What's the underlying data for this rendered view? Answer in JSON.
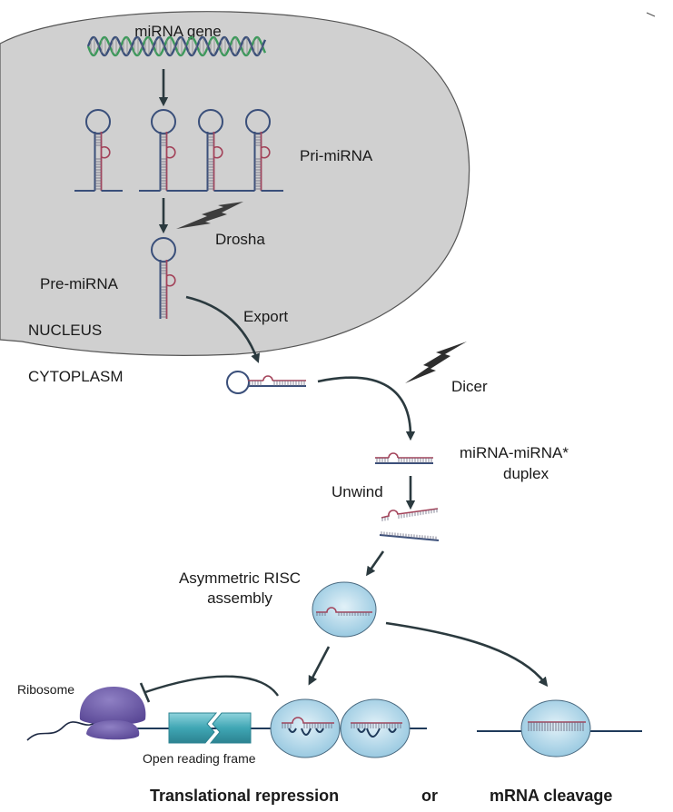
{
  "diagram": {
    "title": "miRNA biogenesis pathway",
    "compartments": {
      "nucleus": "NUCLEUS",
      "cytoplasm": "CYTOPLASM"
    },
    "labels": {
      "gene": "miRNA gene",
      "pri": "Pri-miRNA",
      "drosha": "Drosha",
      "pre": "Pre-miRNA",
      "export": "Export",
      "dicer": "Dicer",
      "duplex_line1": "miRNA-miRNA*",
      "duplex_line2": "duplex",
      "unwind": "Unwind",
      "risc_line1": "Asymmetric RISC",
      "risc_line2": "assembly",
      "ribosome": "Ribosome",
      "orf": "Open reading frame",
      "outcome_repression": "Translational repression",
      "outcome_or": "or",
      "outcome_cleavage": "mRNA cleavage"
    },
    "colors": {
      "nucleus_fill": "#d0d0d0",
      "rna_blue": "#3a4f7a",
      "rna_red": "#a3435a",
      "dna_green": "#3b9a5a",
      "risc_fill": "#a9d3e6",
      "ribosome": "#6c5aa8",
      "orf": "#3fa6b4",
      "arrow": "#2b3a3f"
    }
  }
}
